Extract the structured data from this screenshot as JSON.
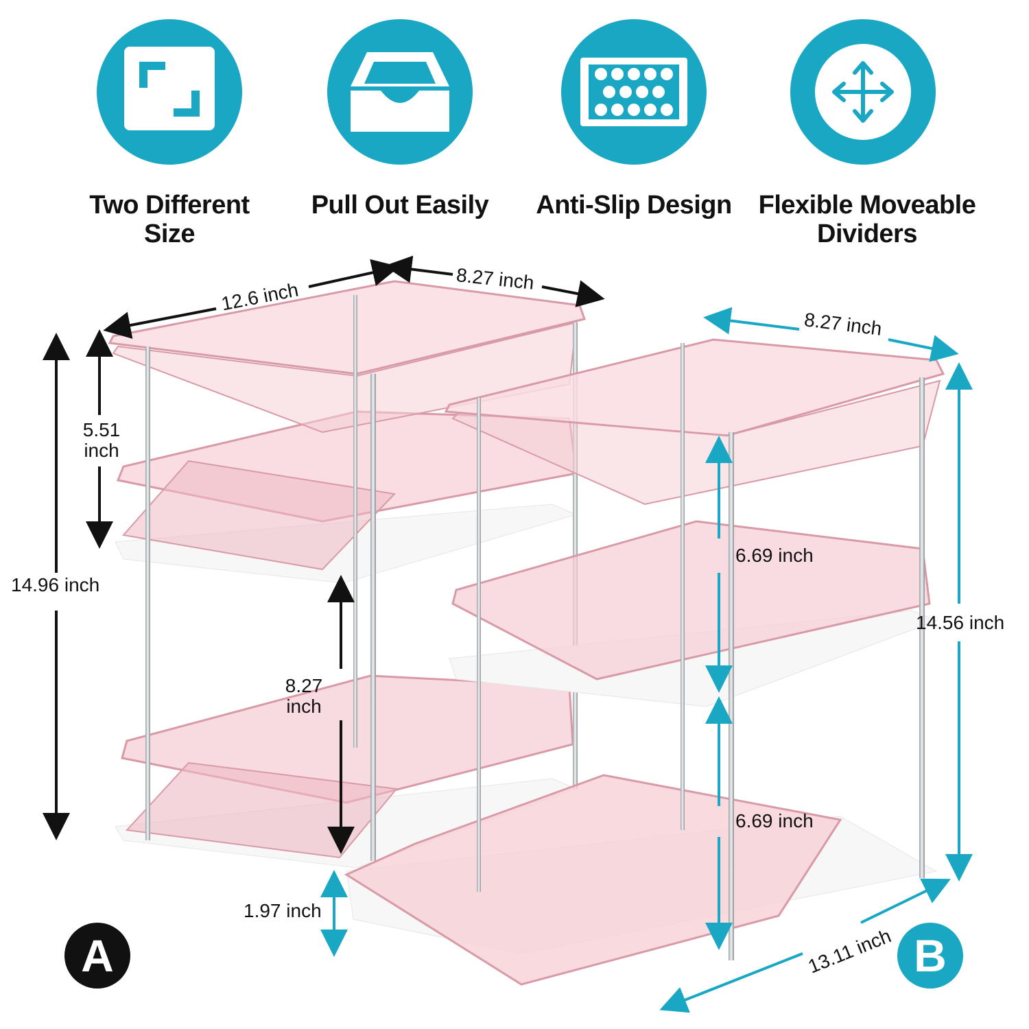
{
  "features": [
    {
      "label": "Two Different Size",
      "icon": "size-corners-icon"
    },
    {
      "label": "Pull Out Easily",
      "icon": "pull-out-drawer-icon"
    },
    {
      "label": "Anti-Slip Design",
      "icon": "anti-slip-mat-icon"
    },
    {
      "label": "Flexible Moveable Dividers",
      "icon": "move-arrows-icon"
    }
  ],
  "dimensions": {
    "a_width": "12.6 inch",
    "a_depth": "8.27 inch",
    "a_top_height": "5.51 inch",
    "a_total_height": "14.96 inch",
    "a_bottom_height": "8.27 inch",
    "a_base_height": "1.97 inch",
    "b_width": "8.27 inch",
    "b_top_height": "6.69 inch",
    "b_bottom_height": "6.69 inch",
    "b_total_height": "14.56 inch",
    "b_depth": "13.11 inch"
  },
  "badges": {
    "a": "A",
    "b": "B"
  },
  "colors": {
    "accent": "#19a7c4",
    "tray_pink": "#f6cfd6",
    "tray_edge": "#d89aa6",
    "dark": "#111111"
  }
}
